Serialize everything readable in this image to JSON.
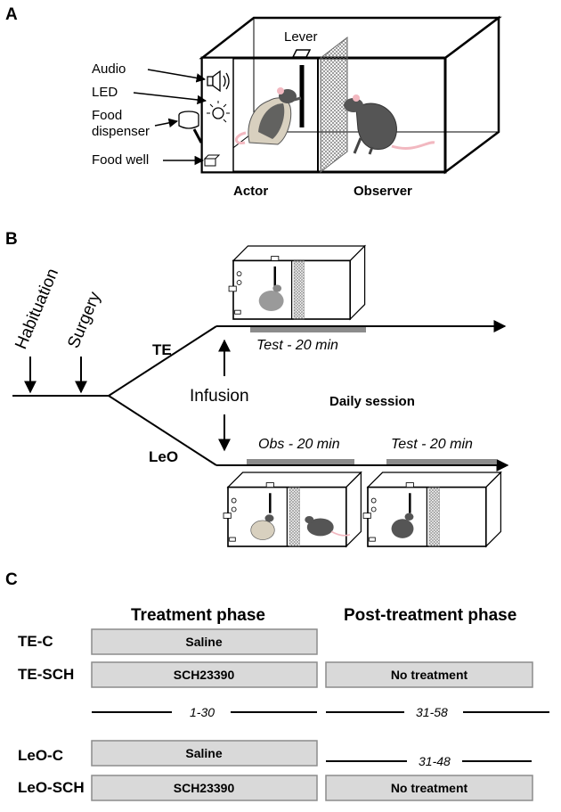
{
  "panel_a": {
    "letter": "A",
    "lever": "Lever",
    "audio": "Audio",
    "led": "LED",
    "food_dispenser_line1": "Food",
    "food_dispenser_line2": "dispenser",
    "food_well": "Food well",
    "actor": "Actor",
    "observer": "Observer"
  },
  "panel_b": {
    "letter": "B",
    "habituation": "Habituation",
    "surgery": "Surgery",
    "te": "TE",
    "leo": "LeO",
    "infusion": "Infusion",
    "daily_session": "Daily session",
    "te_test": "Test - 20 min",
    "leo_obs": "Obs - 20 min",
    "leo_test": "Test - 20 min"
  },
  "panel_c": {
    "letter": "C",
    "treatment_heading": "Treatment phase",
    "post_heading": "Post-treatment phase",
    "groups": [
      "TE-C",
      "TE-SCH",
      "LeO-C",
      "LeO-SCH"
    ],
    "saline": "Saline",
    "drug": "SCH23390",
    "no_treatment": "No treatment",
    "range_treatment": "1-30",
    "range_post_te": "31-58",
    "range_post_leo": "31-48"
  },
  "colors": {
    "bar_fill": "#d9d9d9",
    "bar_stroke": "#8c8c8c",
    "session_bar": "#8c8c8c",
    "rat_light": "#d8d0bf",
    "rat_dark": "#555555",
    "tail": "#f2b8c0"
  }
}
